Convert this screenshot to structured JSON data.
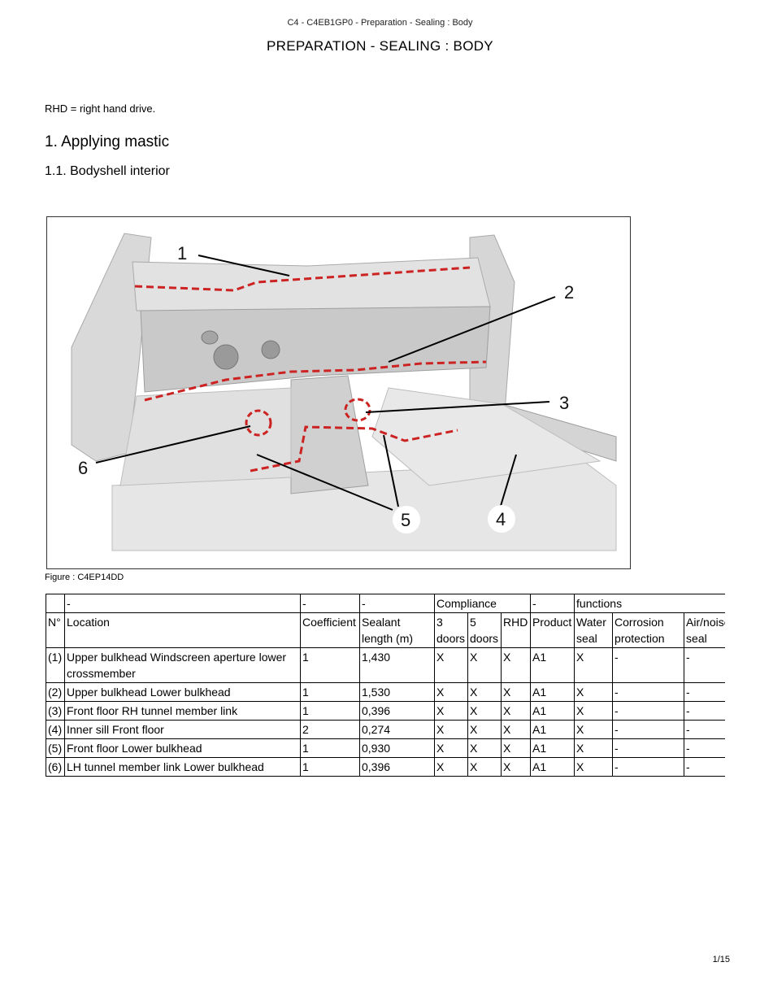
{
  "header": {
    "running_title": "C4 - C4EB1GP0 - Preparation - Sealing : Body",
    "title": "PREPARATION - SEALING : BODY"
  },
  "note": "RHD = right hand drive.",
  "section": {
    "heading": "1. Applying mastic",
    "subheading": "1.1. Bodyshell interior"
  },
  "figure": {
    "caption": "Figure : C4EP14DD",
    "callouts": [
      "1",
      "2",
      "3",
      "4",
      "5",
      "6"
    ],
    "sealant_color": "#cc2222"
  },
  "table": {
    "group_row": [
      "",
      "-",
      "-",
      "-",
      "Compliance",
      "-",
      "functions"
    ],
    "columns": [
      "N°",
      "Location",
      "Coefficient",
      "Sealant length (m)",
      "3 doors",
      "5 doors",
      "RHD",
      "Product",
      "Water seal",
      "Corrosion protection",
      "Air/noise seal"
    ],
    "rows": [
      [
        "(1)",
        "Upper bulkhead Windscreen aperture lower crossmember",
        "1",
        "1,430",
        "X",
        "X",
        "X",
        "A1",
        "X",
        "-",
        "-"
      ],
      [
        "(2)",
        "Upper bulkhead Lower bulkhead",
        "1",
        "1,530",
        "X",
        "X",
        "X",
        "A1",
        "X",
        "-",
        "-"
      ],
      [
        "(3)",
        "Front floor RH tunnel member link",
        "1",
        "0,396",
        "X",
        "X",
        "X",
        "A1",
        "X",
        "-",
        "-"
      ],
      [
        "(4)",
        "Inner sill Front floor",
        "2",
        "0,274",
        "X",
        "X",
        "X",
        "A1",
        "X",
        "-",
        "-"
      ],
      [
        "(5)",
        "Front floor Lower bulkhead",
        "1",
        "0,930",
        "X",
        "X",
        "X",
        "A1",
        "X",
        "-",
        "-"
      ],
      [
        "(6)",
        "LH tunnel member link Lower bulkhead",
        "1",
        "0,396",
        "X",
        "X",
        "X",
        "A1",
        "X",
        "-",
        "-"
      ]
    ]
  },
  "footer": {
    "page_number": "1/15"
  }
}
